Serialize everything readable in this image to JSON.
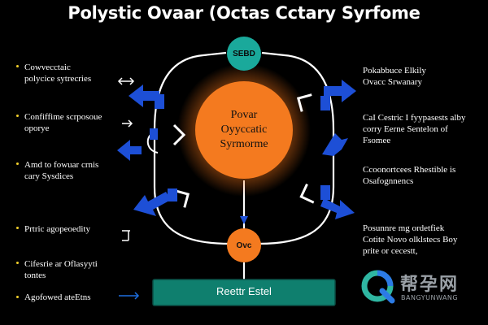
{
  "title": "Polystic Ovaar (Octas Cctary Syrfome",
  "nodes": {
    "top_badge": "SEBD",
    "center": [
      "Povar",
      "Oyyccatic",
      "Syrmorme"
    ],
    "bottom_small": "Ovc",
    "bottom_box": "Reettr Estel"
  },
  "left_items": [
    {
      "lines": [
        "Cowvecctaic",
        "polycice sytrecries"
      ]
    },
    {
      "lines": [
        "Confiffime scrposoue",
        "oporye"
      ]
    },
    {
      "lines": [
        "Amd to fowuar crnis",
        "cary Sysdices"
      ]
    },
    {
      "lines": [
        "Prtric agopeoedity"
      ]
    },
    {
      "lines": [
        "Cifesrie ar Oflasyyti",
        "tontes"
      ]
    },
    {
      "lines": [
        "Agofowed ateEtns"
      ]
    }
  ],
  "right_items": [
    {
      "lines": [
        "Pokabbuce Elkily",
        "Ovacc Srwanary"
      ]
    },
    {
      "lines": [
        "CaI Cestric I fyypasests alby",
        "corry  Eerne Sentelon of",
        "Fsomee"
      ]
    },
    {
      "lines": [
        "Ccoonortcees Rhestible is",
        "Osafognnencs"
      ]
    },
    {
      "lines": [
        "Posunnre mg ordetfiek",
        "Cotite Novo olklstecs Boy",
        "prite or cecestt,"
      ]
    }
  ],
  "watermark": {
    "main": "帮孕网",
    "sub": "BANGYUNWANG"
  },
  "colors": {
    "center_orange": "#f47a1f",
    "badge_teal": "#1aa99b",
    "box_teal": "#0f7f6e",
    "arrow_blue": "#1d4fd6",
    "bullet_yellow": "#f2d02b"
  }
}
